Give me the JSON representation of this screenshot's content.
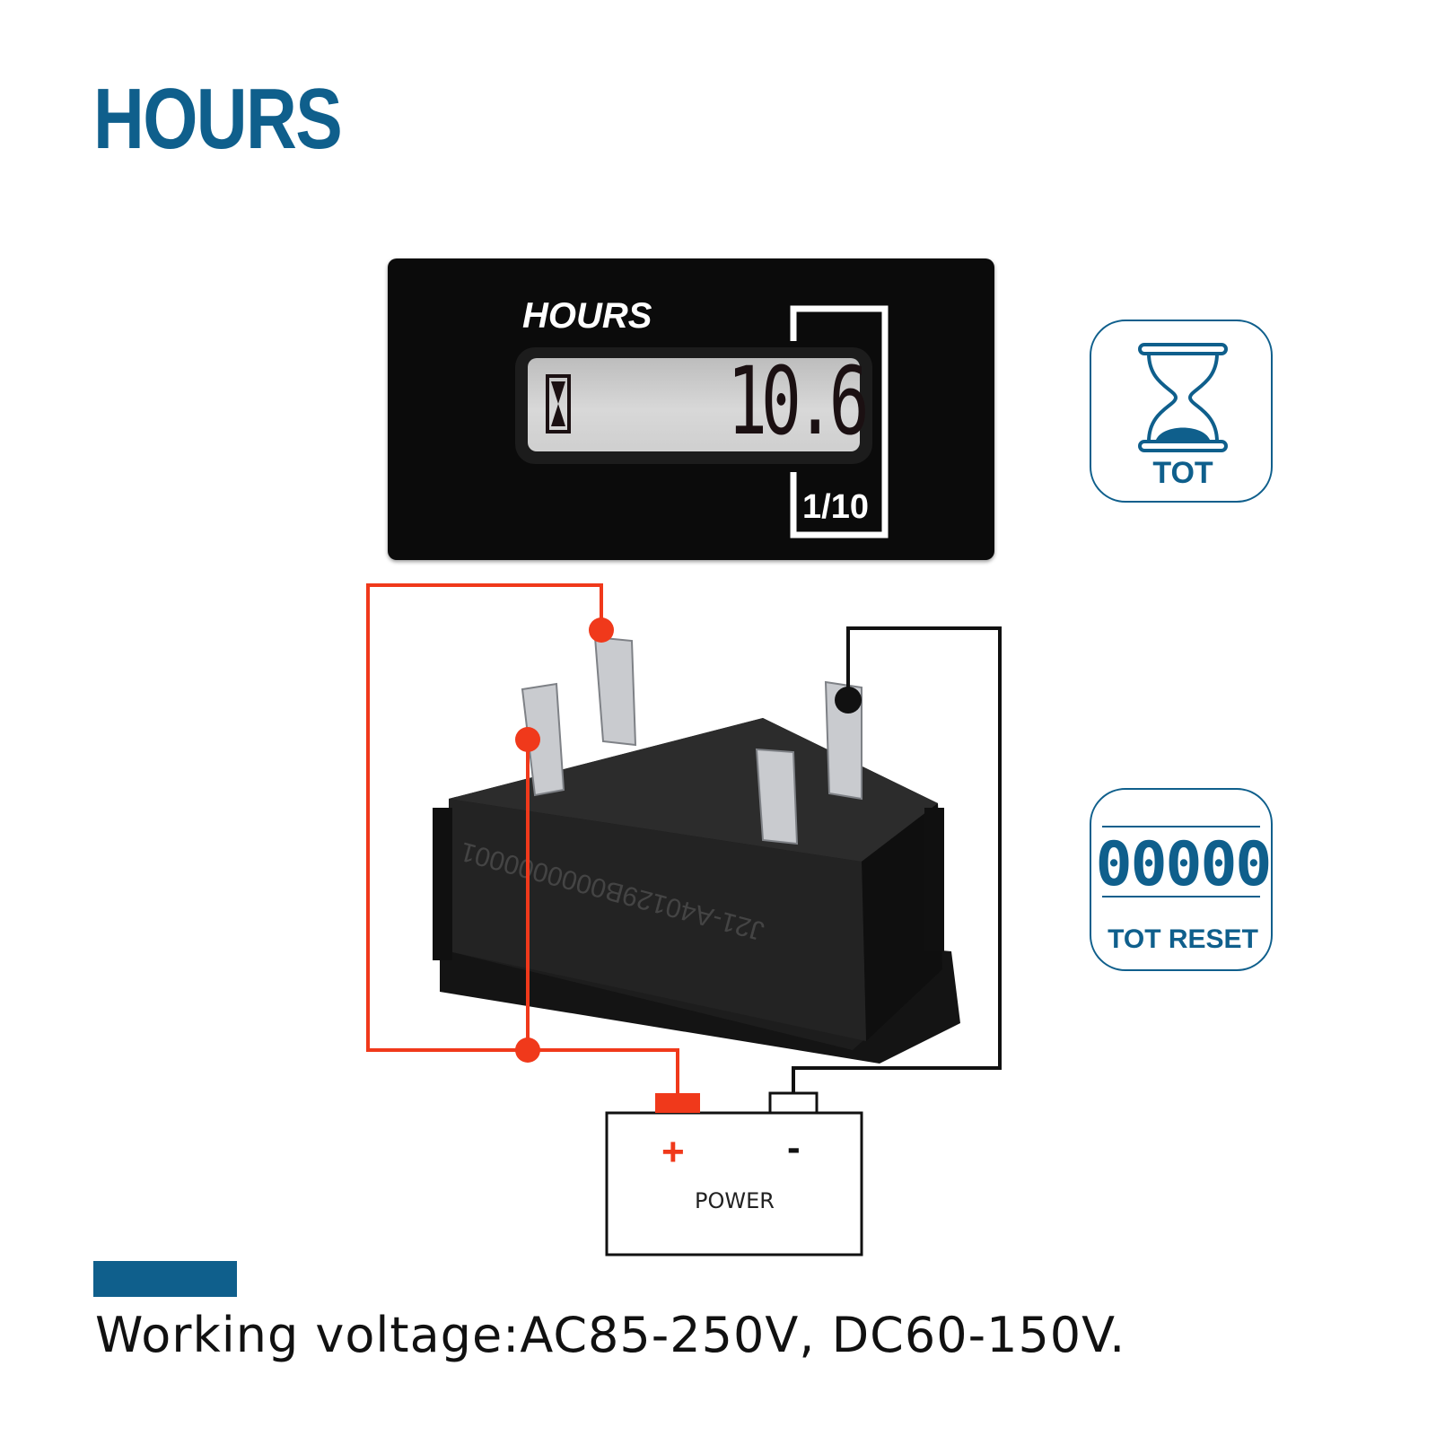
{
  "title": "HOURS",
  "meter": {
    "title": "HOURS",
    "reading": "10.6",
    "scale": "1/10"
  },
  "terminal_marking": "J21-A40129B0000000001",
  "modes": [
    {
      "label": "TOT",
      "icon": "hourglass-icon"
    },
    {
      "label": "TOT RESET",
      "digits": "00000",
      "icon": "counter-icon"
    }
  ],
  "power": {
    "label": "POWER",
    "positive_symbol": "+",
    "negative_symbol": "-"
  },
  "caption": "Working voltage:AC85-250V, DC60-150V.",
  "colors": {
    "brand": "#0f5f8c",
    "positive_wire": "#f0391b",
    "negative_wire": "#111111"
  }
}
